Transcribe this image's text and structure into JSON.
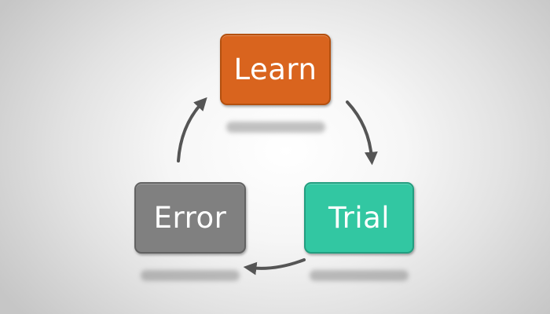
{
  "diagram": {
    "nodes": [
      {
        "id": "learn",
        "label": "Learn",
        "color": "#d9641e"
      },
      {
        "id": "trial",
        "label": "Trial",
        "color": "#32c7a2"
      },
      {
        "id": "error",
        "label": "Error",
        "color": "#808080"
      }
    ],
    "edges": [
      {
        "from": "learn",
        "to": "trial"
      },
      {
        "from": "trial",
        "to": "error"
      },
      {
        "from": "error",
        "to": "learn"
      }
    ],
    "arrow_color": "#555555"
  }
}
